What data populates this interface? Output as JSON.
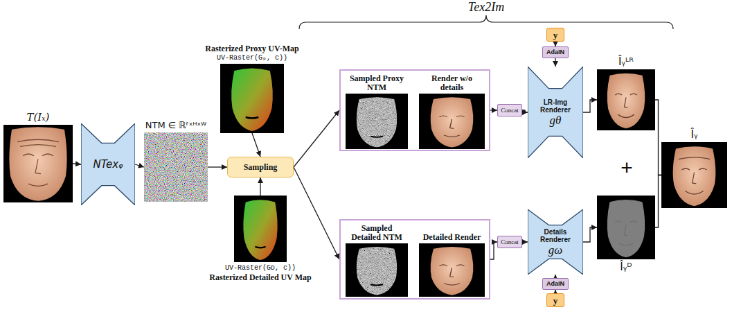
{
  "diagram": {
    "nodes": [
      {
        "text": [
          "T(Iₓ)"
        ]
      },
      {
        "text": [
          "NTexᵩ"
        ]
      },
      {
        "text": [
          "NTM ∈ ℝᶠˣᴴˣᵂ"
        ]
      },
      {
        "text": [
          "Rasterized Proxy UV-Map",
          "UV-Raster(Gₚ, c))"
        ]
      },
      {
        "text": [
          "Sampling"
        ]
      },
      {
        "text": [
          "UV-Raster(Gᴅ, c))",
          "Rasterized Detailed UV Map"
        ]
      },
      {
        "text": []
      },
      {
        "text": [
          "Sampled Proxy NTM"
        ],
        "in": 6
      },
      {
        "text": [
          "Render w/o details"
        ],
        "in": 6
      },
      {
        "text": [
          "Concat"
        ]
      },
      {
        "text": [
          "y"
        ]
      },
      {
        "text": [
          "AdaIN"
        ]
      },
      {
        "text": [
          "LR-Img Renderer",
          "gθ"
        ]
      },
      {
        "text": [
          "Îᵧᴸᴿ"
        ]
      },
      {
        "text": []
      },
      {
        "text": [
          "Sampled Detailed NTM"
        ],
        "in": 14
      },
      {
        "text": [
          "Detailed Render"
        ],
        "in": 14
      },
      {
        "text": [
          "Concat"
        ]
      },
      {
        "text": [
          "Details Renderer",
          "gω"
        ]
      },
      {
        "text": [
          "AdaIN"
        ]
      },
      {
        "text": [
          "y"
        ]
      },
      {
        "text": [
          "Îᵧᴰ"
        ]
      },
      {
        "text": [
          "Îᵧ"
        ]
      }
    ],
    "edges": [
      {
        "from": 0,
        "to": 1,
        "arrow": "to"
      },
      {
        "from": 1,
        "to": 2,
        "arrow": "to"
      },
      {
        "from": 2,
        "to": 4,
        "arrow": "to"
      },
      {
        "from": 3,
        "to": 4,
        "arrow": "to"
      },
      {
        "from": 5,
        "to": 4,
        "arrow": "to"
      },
      {
        "from": 4,
        "to": 6,
        "arrow": "to"
      },
      {
        "from": 4,
        "to": 14,
        "arrow": "to"
      },
      {
        "from": 6,
        "to": 9,
        "arrow": "to"
      },
      {
        "from": 9,
        "to": 12,
        "arrow": "to"
      },
      {
        "from": 10,
        "to": 11,
        "arrow": "to"
      },
      {
        "from": 11,
        "to": 12,
        "arrow": "to"
      },
      {
        "from": 12,
        "to": 13,
        "arrow": "to"
      },
      {
        "from": 14,
        "to": 17,
        "arrow": "to"
      },
      {
        "from": 17,
        "to": 18,
        "arrow": "to"
      },
      {
        "from": 20,
        "to": 19,
        "arrow": "to"
      },
      {
        "from": 19,
        "to": 18,
        "arrow": "to"
      },
      {
        "from": 18,
        "to": 21,
        "arrow": "to"
      },
      {
        "from": 13,
        "to": 22,
        "arrow": "none"
      },
      {
        "from": 21,
        "to": 22,
        "arrow": "none"
      }
    ],
    "labels": [
      "Tex2Im",
      "+"
    ]
  }
}
